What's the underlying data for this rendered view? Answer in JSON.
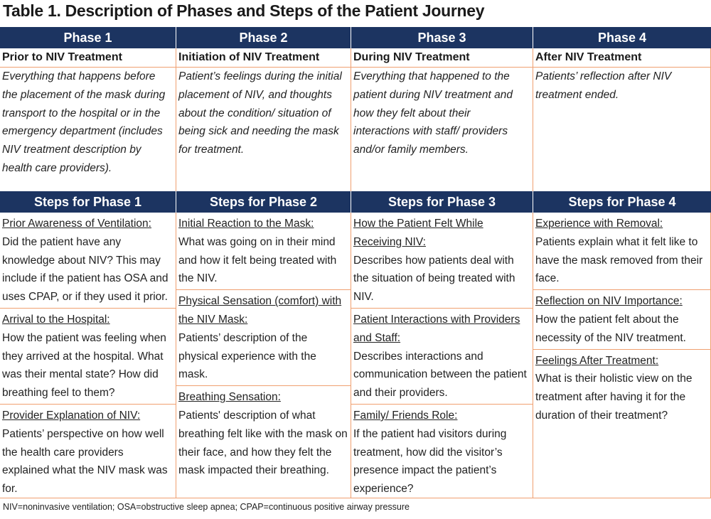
{
  "title": "Table 1. Description of Phases and Steps of the Patient Journey",
  "phase_headers": [
    "Phase 1",
    "Phase 2",
    "Phase 3",
    "Phase 4"
  ],
  "phases": [
    {
      "name": "Prior to NIV Treatment",
      "description": "Everything that happens before the placement of the mask during transport to the hospital or in the emergency department (includes NIV treatment description by health care providers)."
    },
    {
      "name": "Initiation of NIV Treatment",
      "description": "Patient’s feelings during the initial placement of NIV, and thoughts about the condition/ situation of being sick and needing the mask for treatment."
    },
    {
      "name": "During NIV Treatment",
      "description": "Everything that happened to the patient during NIV treatment and how they felt about their interactions with staff/ providers and/or family members."
    },
    {
      "name": "After NIV Treatment",
      "description": "Patients’ reflection after NIV treatment ended."
    }
  ],
  "steps_headers": [
    "Steps for Phase 1",
    "Steps for Phase 2",
    "Steps for Phase 3",
    "Steps for Phase 4"
  ],
  "steps": [
    [
      {
        "title": "Prior Awareness of Ventilation:",
        "desc": "Did the patient have any knowledge about NIV? This may include if the patient has OSA and uses CPAP, or if they used it prior."
      },
      {
        "title": "Arrival to the Hospital:",
        "desc": "How the patient was feeling when they arrived at the hospital. What was their mental state? How did breathing feel to them?"
      },
      {
        "title": "Provider Explanation of NIV:",
        "desc": "Patients’ perspective on how well the health care providers explained what the NIV mask was for."
      }
    ],
    [
      {
        "title": "Initial Reaction to the Mask:",
        "desc": "What was going on in their mind and how it felt being treated with the NIV."
      },
      {
        "title": "Physical Sensation (comfort) with the NIV Mask:",
        "desc": "Patients’ description of the physical experience with the mask."
      },
      {
        "title": "Breathing Sensation:",
        "desc": "Patients' description of what breathing felt like with the mask on their face, and how they felt the mask impacted their breathing."
      }
    ],
    [
      {
        "title": "How the Patient Felt While Receiving NIV:",
        "desc": "Describes how patients deal with the situation of being treated with NIV."
      },
      {
        "title": "Patient Interactions with Providers and Staff:",
        "desc": "Describes interactions and communication between the patient and their providers."
      },
      {
        "title": "Family/ Friends Role:",
        "desc": "If the patient had visitors during treatment, how did the visitor’s presence impact the patient’s experience?"
      }
    ],
    [
      {
        "title": "Experience with Removal:",
        "desc": "Patients explain what it felt like to have the mask removed from their face."
      },
      {
        "title": "Reflection on NIV Importance:",
        "desc": "How the patient felt about the necessity of the NIV treatment."
      },
      {
        "title": "Feelings After Treatment:",
        "desc": "What is their holistic view on the treatment after having it for the duration of their treatment?"
      }
    ]
  ],
  "footnote": "NIV=noninvasive ventilation; OSA=obstructive sleep apnea; CPAP=continuous positive airway pressure",
  "colors": {
    "header_bg": "#1c3461",
    "rule": "#f0a070"
  }
}
